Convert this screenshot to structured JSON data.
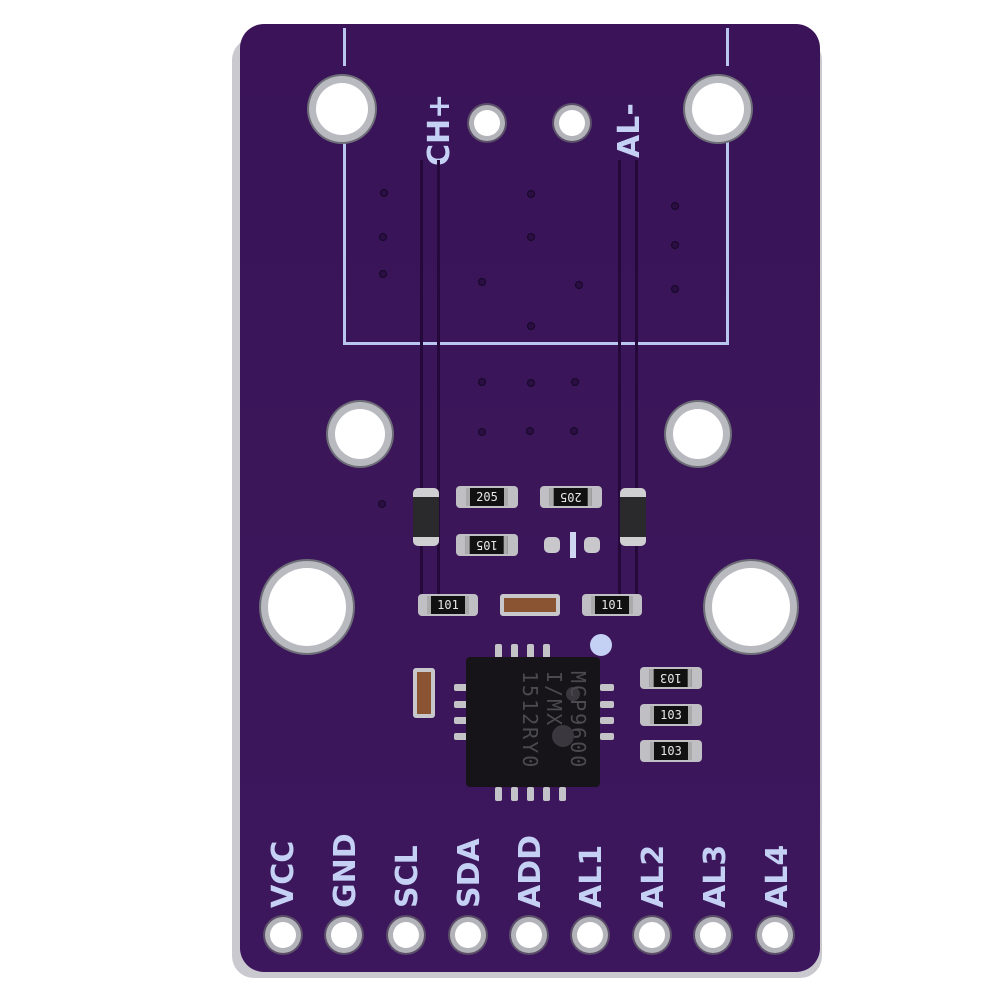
{
  "scene": {
    "subject": "Purple PCB breakout module for MCP9600 thermocouple amplifier",
    "background_color": "#ffffff",
    "board_color": "#3a1458",
    "silkscreen_color": "#c4d0f4"
  },
  "top_terminals": {
    "labels": [
      "CH+",
      "AL-"
    ]
  },
  "chip": {
    "line1": "MCP9600",
    "line2": "I/MX",
    "line3": "1512RY0",
    "logo": "microchip-logo-icon"
  },
  "components": {
    "resistors_row1": [
      "205",
      "205"
    ],
    "resistor_row2": "105",
    "resistors_row3": [
      "101",
      "101"
    ],
    "resistors_right": [
      "103",
      "103",
      "103"
    ]
  },
  "pin_header": {
    "labels": [
      "VCC",
      "GND",
      "SCL",
      "SDA",
      "ADD",
      "AL1",
      "AL2",
      "AL3",
      "AL4"
    ]
  }
}
